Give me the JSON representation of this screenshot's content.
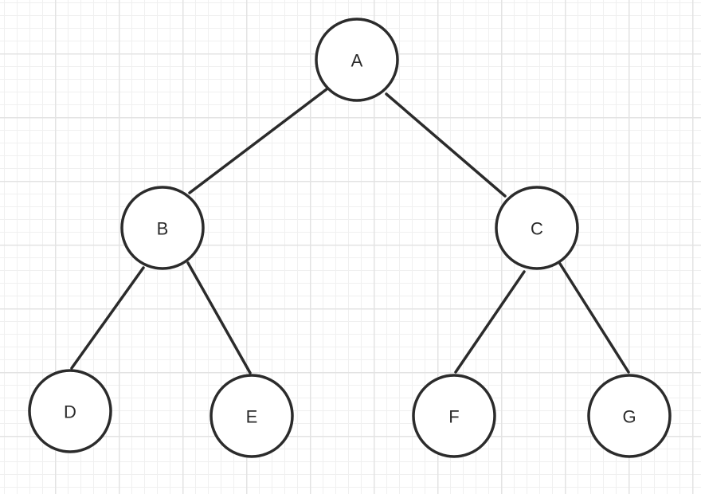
{
  "diagram": {
    "type": "binary-tree",
    "nodes": [
      {
        "id": "A",
        "label": "A"
      },
      {
        "id": "B",
        "label": "B"
      },
      {
        "id": "C",
        "label": "C"
      },
      {
        "id": "D",
        "label": "D"
      },
      {
        "id": "E",
        "label": "E"
      },
      {
        "id": "F",
        "label": "F"
      },
      {
        "id": "G",
        "label": "G"
      }
    ],
    "edges": [
      {
        "from": "A",
        "to": "B"
      },
      {
        "from": "A",
        "to": "C"
      },
      {
        "from": "B",
        "to": "D"
      },
      {
        "from": "B",
        "to": "E"
      },
      {
        "from": "C",
        "to": "F"
      },
      {
        "from": "C",
        "to": "G"
      }
    ],
    "colors": {
      "stroke": "#2b2b2b",
      "fill": "#ffffff",
      "grid_major": "#e3e3e3",
      "grid_minor": "#f0f0f0"
    }
  }
}
